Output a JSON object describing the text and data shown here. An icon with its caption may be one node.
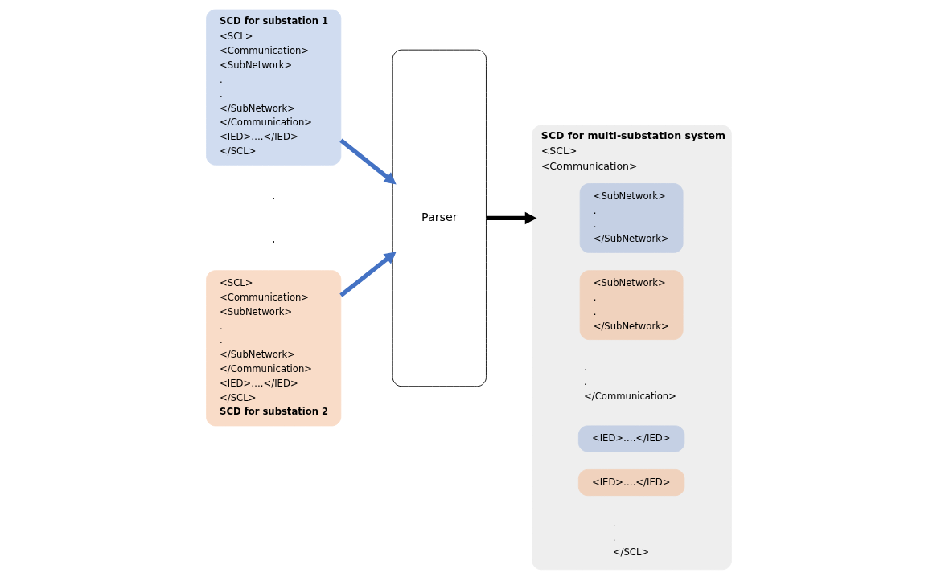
{
  "diagram": {
    "nodes": [
      {
        "text": [
          "SCD for substation 1",
          "<SCL>",
          "<Communication>",
          "<SubNetwork>",
          ".",
          ".",
          "</SubNetwork>",
          "</Communication>",
          "<IED>….</IED>",
          "</SCL>"
        ]
      },
      {
        "text": [
          "<SCL>",
          "<Communication>",
          "<SubNetwork>",
          ".",
          ".",
          "</SubNetwork>",
          "</Communication>",
          "<IED>….</IED>",
          "</SCL>",
          "SCD for substation 2"
        ]
      },
      {
        "text": [
          "Parser"
        ]
      },
      {
        "text": [
          "SCD for multi-substation system",
          "<SCL>",
          "<Communication>",
          ".",
          ".",
          "</Communication>",
          ".",
          ".",
          "</SCL>"
        ]
      },
      {
        "text": [
          "<SubNetwork>",
          ".",
          ".",
          "</SubNetwork>"
        ],
        "in": 3
      },
      {
        "text": [
          "<SubNetwork>",
          ".",
          ".",
          "</SubNetwork>"
        ],
        "in": 3
      },
      {
        "text": [
          "<IED>….</IED>"
        ],
        "in": 3
      },
      {
        "text": [
          "<IED>….</IED>"
        ],
        "in": 3
      }
    ],
    "edges": [
      {
        "from": 0,
        "to": 2,
        "arrow": "to"
      },
      {
        "from": 1,
        "to": 2,
        "arrow": "to"
      },
      {
        "from": 2,
        "to": 3,
        "arrow": "to",
        "color": "#000000"
      }
    ],
    "labels": [
      ".",
      "."
    ]
  }
}
